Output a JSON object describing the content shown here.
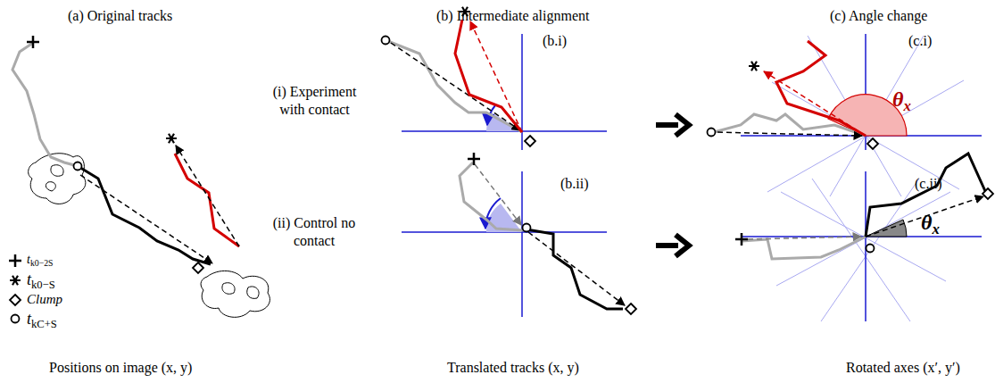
{
  "diagram": {
    "labels": [
      "(a) Original tracks",
      "(b) Intermediate alignment",
      "(c) Angle change",
      "(b.i)",
      "(c.i)",
      "(i) Experiment with contact",
      "(b.ii)",
      "(c.ii)",
      "(ii) Control no contact",
      "θx",
      "θx",
      "Positions on image (x, y)",
      "Translated tracks (x, y)",
      "Rotated axes (x′, y′)"
    ],
    "legend": [
      {
        "text": "tk0−2S"
      },
      {
        "text": "tk0−S"
      },
      {
        "text": "Clump"
      },
      {
        "text": "tkC+S"
      }
    ]
  }
}
